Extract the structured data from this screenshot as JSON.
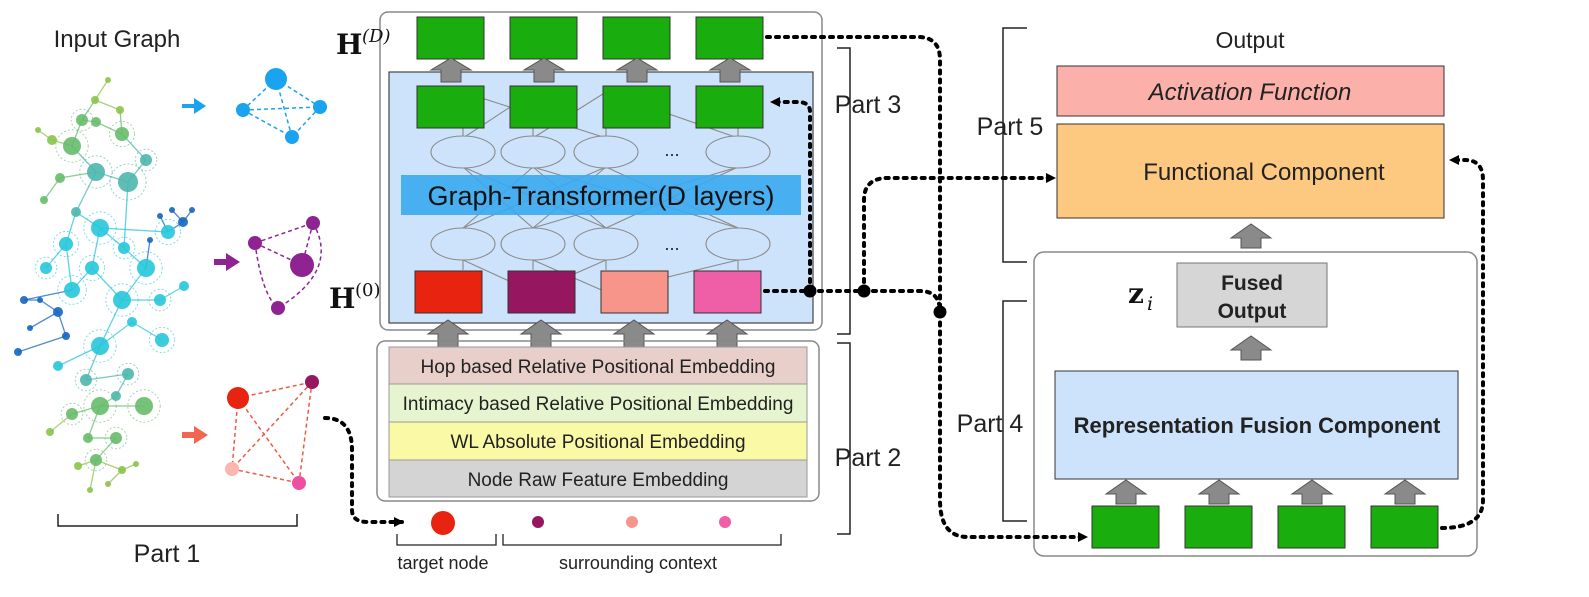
{
  "part1": {
    "title": "Input Graph",
    "label": "Part 1"
  },
  "part2": {
    "label": "Part 2",
    "embeddings": [
      "Hop based Relative Positional Embedding",
      "Intimacy based Relative Positional Embedding",
      "WL Absolute Positional Embedding",
      "Node Raw Feature Embedding"
    ],
    "target_label": "target node",
    "context_label": "surrounding context"
  },
  "part3": {
    "label": "Part 3",
    "transformer_label": "Graph-Transformer(D layers)",
    "h_top": "H",
    "h_top_sup": "(D)",
    "h_bottom": "H",
    "h_bottom_sup": "(0)",
    "ellipsis": "..."
  },
  "part4": {
    "label": "Part 4",
    "fusion_label": "Representation Fusion Component",
    "fused_line1": "Fused",
    "fused_line2": "Output",
    "z_symbol": "z",
    "z_sub": "i"
  },
  "part5": {
    "label": "Part 5",
    "output_label": "Output",
    "activation_label": "Activation Function",
    "functional_label": "Functional Component"
  },
  "colors": {
    "green": "#19ad0e",
    "transformer_bg": "#cde3fb",
    "transformer_band": "#3aa8ef",
    "hop": "#e8cfca",
    "intimacy": "#e6f5d0",
    "wl": "#fafaa6",
    "raw": "#d4d4d4",
    "activation": "#fbb0aa",
    "functional": "#fdc981",
    "fusion": "#cde3fb",
    "fused": "#d6d6d6",
    "node_red": "#e8230f",
    "node_purple": "#961760",
    "node_salmon": "#f8958b",
    "node_pink": "#ee5fa7"
  }
}
